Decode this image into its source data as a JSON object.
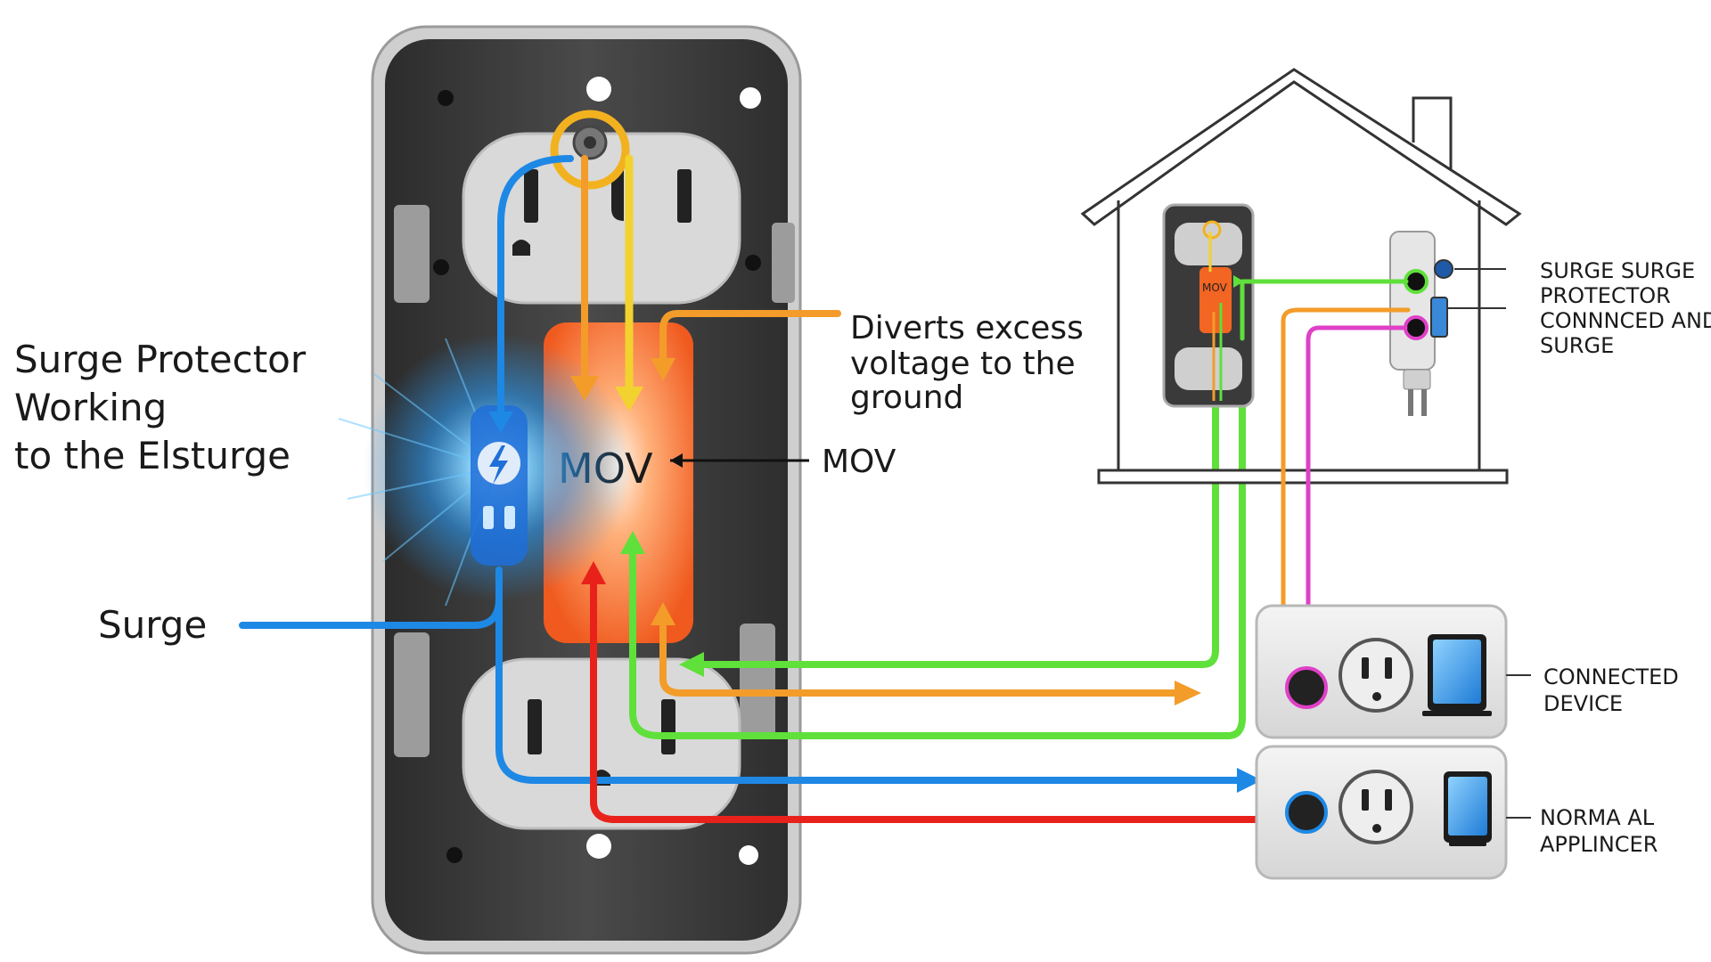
{
  "labels": {
    "surge_protector_working": [
      "Surge Protector",
      "Working",
      "to the Elsturge"
    ],
    "surge": "Surge",
    "mov_center": "MOV",
    "mov_pointer": "MOV",
    "diverts": [
      "Diverts excess",
      "voltage to the",
      "ground"
    ],
    "surge_surge_protector": [
      "SURGE SURGE",
      "PROTECTOR",
      "CONNNCED AND",
      "SURGE"
    ],
    "connected_device": [
      "CONNECTED",
      "DEVICE"
    ],
    "normal_appliance": [
      "NORMA AL",
      "APPLINCER"
    ],
    "mini_mov": "MOV"
  },
  "colors": {
    "blue_wire": "#1e88e5",
    "orange_wire": "#f39c2a",
    "yellow_wire": "#f2d22e",
    "green_wire": "#5fe03a",
    "red_wire": "#e8221b",
    "magenta_wire": "#e040c8",
    "mov_block": "#f26522",
    "housing": "#3a3a3a"
  },
  "icons": {
    "lightning": "lightning-bolt-icon",
    "tablet": "tablet-icon",
    "house": "house-icon",
    "plug": "plug-icon"
  }
}
